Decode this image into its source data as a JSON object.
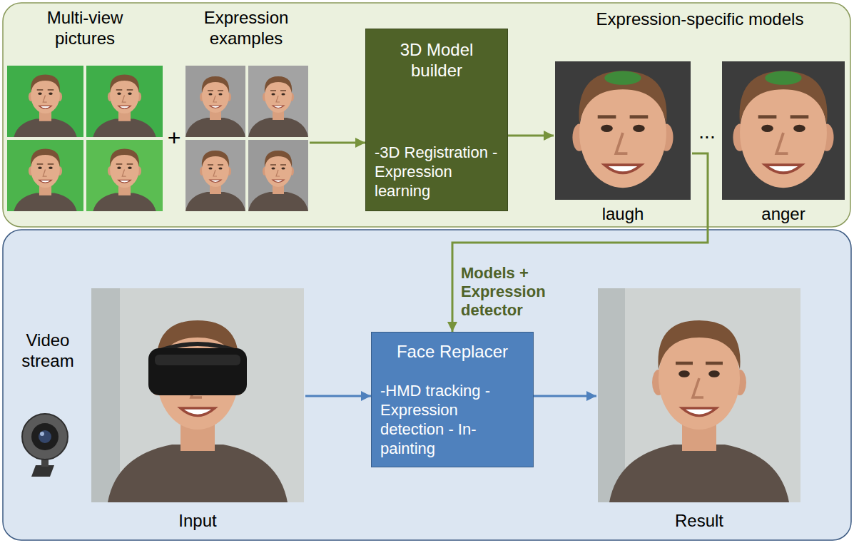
{
  "diagram": {
    "nodes": [
      {
        "text": [
          "Multi-view pictures"
        ]
      },
      {
        "text": [
          "Expression examples"
        ]
      },
      {
        "text": [
          "3D Model builder",
          "-3D Registration -Expression learning"
        ]
      },
      {
        "text": [
          "laugh"
        ]
      },
      {
        "text": [
          "anger"
        ]
      },
      {
        "text": [
          "Input"
        ]
      },
      {
        "text": [
          "Face Replacer",
          "-HMD tracking -Expression detection - In-painting"
        ]
      },
      {
        "text": [
          "Result"
        ]
      }
    ],
    "edges": [
      {
        "from": 1,
        "to": 2,
        "arrow": "to"
      },
      {
        "from": 2,
        "to": 3,
        "arrow": "to"
      },
      {
        "from": 3,
        "to": 6,
        "arrow": "to",
        "label": "Models + Expression detector"
      },
      {
        "from": 5,
        "to": 6,
        "arrow": "to"
      },
      {
        "from": 6,
        "to": 7,
        "arrow": "to"
      }
    ],
    "labels": [
      "+",
      "Expression-specific models",
      "...",
      "Video stream"
    ]
  }
}
